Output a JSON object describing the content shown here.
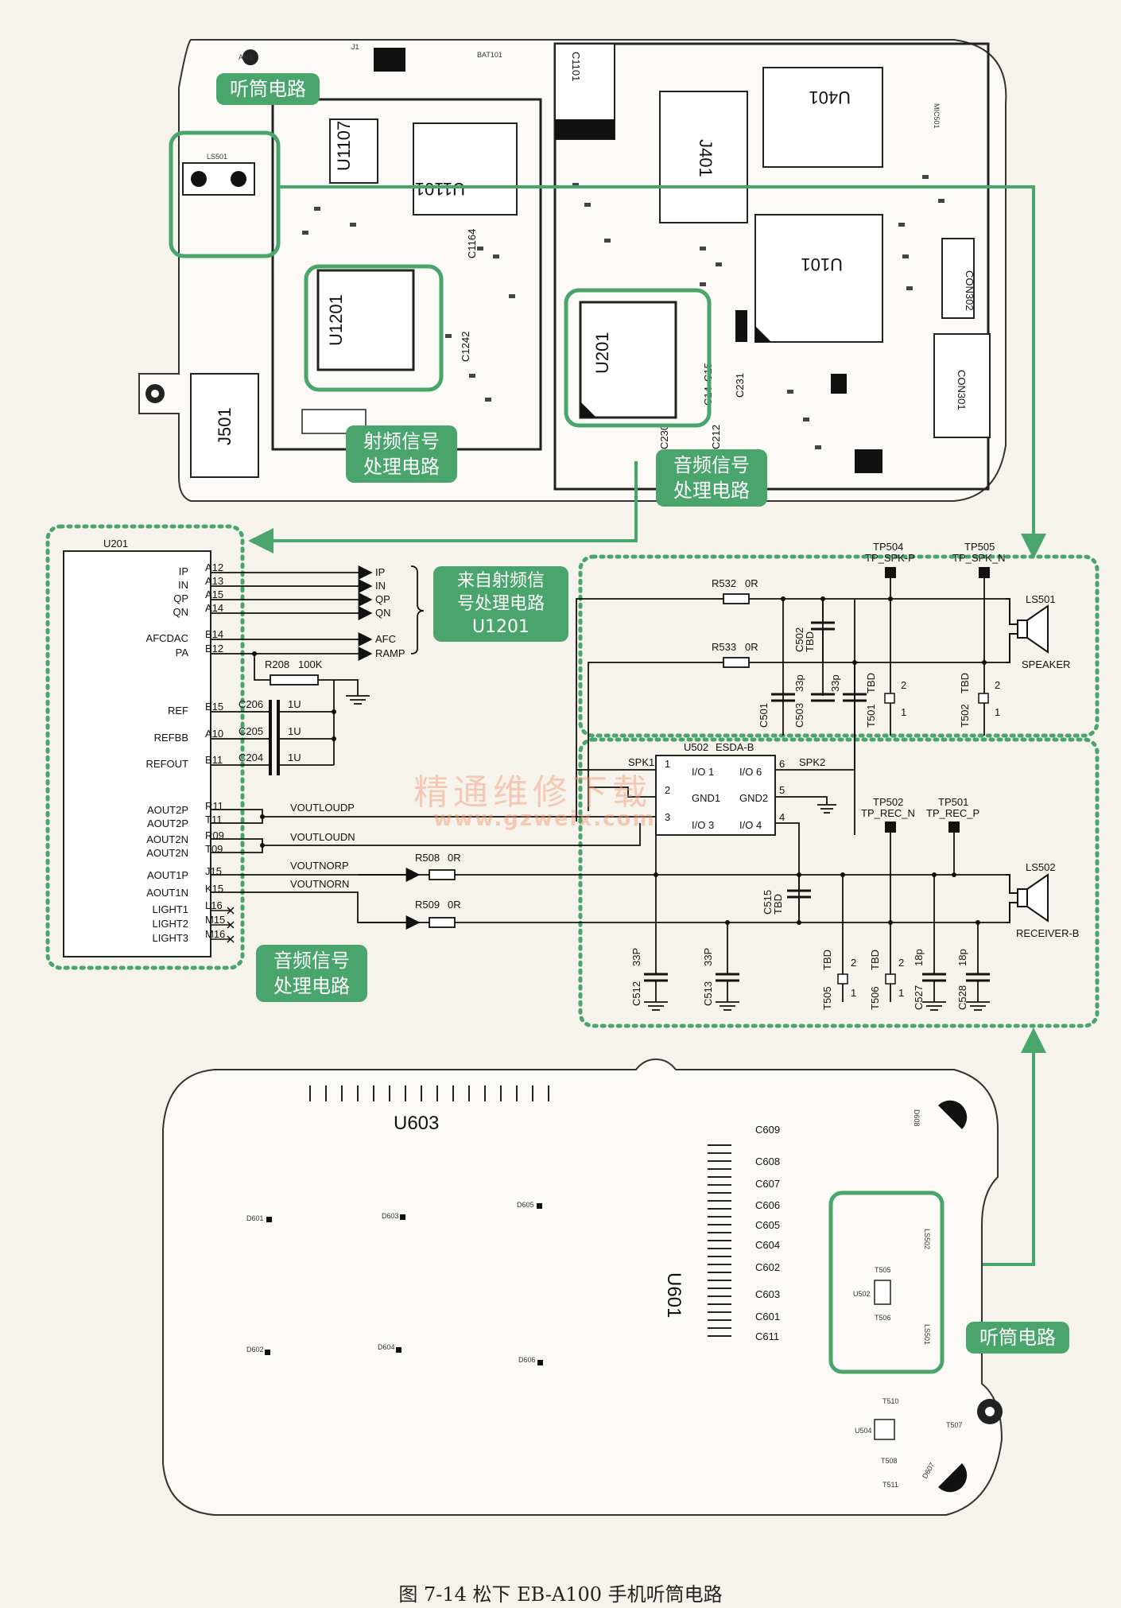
{
  "caption": "图 7-14   松下 EB-A100 手机听筒电路",
  "watermark": {
    "cn": "精通维修下载",
    "url": "www.gzweix.com"
  },
  "callouts": {
    "receiver_top": "听筒电路",
    "rf": "射频信号\n处理电路",
    "audio_top": "音频信号\n处理电路",
    "from_rf": "来自射频信\n号处理电路\nU1201",
    "audio_left": "音频信号\n处理电路",
    "receiver_bottom": "听筒电路"
  },
  "board_top": {
    "chips": [
      "U1107",
      "U1101",
      "U1201",
      "U201",
      "J401",
      "U401",
      "U101",
      "J501",
      "CON302",
      "CON301"
    ],
    "labels": [
      "AN1",
      "J1",
      "BAT101",
      "C1101",
      "LS501",
      "MIC501",
      "C1242",
      "C1164",
      "C231",
      "C212",
      "C230",
      "C15",
      "C14"
    ]
  },
  "schematic": {
    "u201_title": "U201",
    "pins_left": [
      "IP",
      "IN",
      "QP",
      "QN",
      "AFCDAC",
      "PA",
      "REF",
      "REFBB",
      "REFOUT",
      "AOUT2P",
      "AOUT2P",
      "AOUT2N",
      "AOUT2N",
      "AOUT1P",
      "AOUT1N",
      "LIGHT1",
      "LIGHT2",
      "LIGHT3"
    ],
    "pin_nums": [
      "A12",
      "A13",
      "A15",
      "A14",
      "B14",
      "B12",
      "B15",
      "A10",
      "B11",
      "R11",
      "T11",
      "R09",
      "T09",
      "J15",
      "K15",
      "L16",
      "M15",
      "M16"
    ],
    "rf_out": [
      "IP",
      "IN",
      "QP",
      "QN",
      "AFC",
      "RAMP"
    ],
    "r208": "R208",
    "r208_val": "100K",
    "caps_ref": [
      "C206",
      "C205",
      "C204"
    ],
    "cap_ref_val": "1U",
    "net_voutloudp": "VOUTLOUDP",
    "net_voutloudn": "VOUTLOUDN",
    "net_voutnorp": "VOUTNORP",
    "net_voutnorn": "VOUTNORN",
    "r508": "R508",
    "r509": "R509",
    "r_val": "0R",
    "r532": "R532",
    "r533": "R533",
    "u502": "U502",
    "u502_part": "ESDA-B",
    "u502_pins": [
      "I/O 1",
      "GND1",
      "I/O 3",
      "I/O 6",
      "GND2",
      "I/O 4"
    ],
    "u502_nums": [
      "1",
      "2",
      "3",
      "6",
      "5",
      "4"
    ],
    "spk1": "SPK1",
    "spk2": "SPK2",
    "tp504": "TP504",
    "tp504_n": "TP_SPK-P",
    "tp505": "TP505",
    "tp505_n": "TP_SPK_N",
    "tp502": "TP502",
    "tp502_n": "TP_REC_N",
    "tp501": "TP501",
    "tp501_n": "TP_REC_P",
    "ls501": "LS501",
    "speaker": "SPEAKER",
    "ls502": "LS502",
    "receiver": "RECEIVER-B",
    "c502": "C502",
    "c502_v": "TBD",
    "c501": "C501",
    "c501_v": "33p",
    "c503": "C503",
    "c503_v": "33p",
    "t501": "T501",
    "t502": "T502",
    "tbd": "TBD",
    "c515": "C515",
    "c515_v": "TBD",
    "c512": "C512",
    "c512_v": "33P",
    "c513": "C513",
    "c513_v": "33P",
    "t505": "T505",
    "t506": "T506",
    "c527": "C527",
    "c527_v": "18p",
    "c528": "C528",
    "c528_v": "18p",
    "one": "1",
    "two": "2"
  },
  "board_bottom": {
    "u603": "U603",
    "u601": "U601",
    "caps": [
      "C609",
      "C608",
      "C607",
      "C606",
      "C605",
      "C604",
      "C602",
      "C603",
      "C601",
      "C611"
    ],
    "leds": [
      "D601",
      "D603",
      "D605",
      "D602",
      "D604",
      "D606"
    ],
    "others": [
      "D608",
      "D607",
      "LS502",
      "LS501",
      "U502",
      "T505",
      "T506",
      "T510",
      "U504",
      "T508",
      "T507",
      "T511"
    ]
  },
  "colors": {
    "green": "#49a56b",
    "line": "#222222",
    "board": "#fbfaf6"
  }
}
